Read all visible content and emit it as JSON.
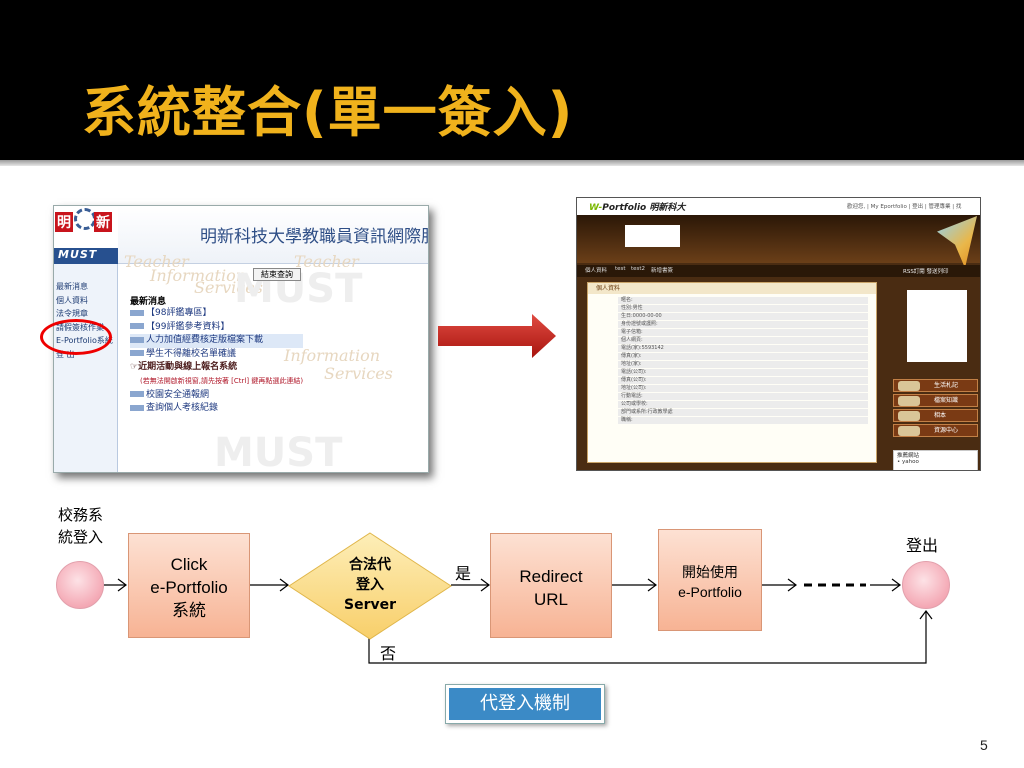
{
  "slide": {
    "title": "系統整合(單一簽入)",
    "page_number": "5",
    "accent_color": "#f0b21c"
  },
  "left_screenshot": {
    "logo_left": "明",
    "logo_right": "新",
    "logo_must": "MUST",
    "header_title": "明新科技大學教職員資訊網際服務",
    "watermark_words": [
      "Teacher",
      "Information",
      "Services",
      "Teacher",
      "Information",
      "Services"
    ],
    "end_query_button": "結束查詢",
    "sidebar_menu": [
      "最新消息",
      "個人資料",
      "法令規章",
      "請假簽核作業",
      "E-Portfolio系統",
      "登 出"
    ],
    "news_heading": "最新消息",
    "news_items": [
      "【98評鑑專區】",
      "【99評鑑參考資料】",
      "人力加值經費核定版檔案下載",
      "學生不得離校名單確議",
      "近期活動與線上報名系統",
      "(若無法開啟新視窗,請先按著 [Ctrl] 鍵再點選此連結)",
      "校園安全通報網",
      "查詢個人考核紀錄"
    ]
  },
  "right_screenshot": {
    "logo": "Portfolio 明新科大",
    "logo_prefix": "W-",
    "top_links": "歡迎您,  | My Eportfolio | 登出 | 管理專業 | 找",
    "tabs": [
      "個人資料",
      "test",
      "test2",
      "新增書簽"
    ],
    "rss_links": "RSS訂閱  發送列印",
    "panel_title": "個人資料",
    "fields": [
      "暱名:",
      "性別:男性",
      "生日:0000-00-00",
      "身份證號或護照:",
      "電子信箱:",
      "個人網頁:",
      "電話(家):5593142",
      "傳真(家):",
      "地址(家):",
      "電話(公司):",
      "傳真(公司):",
      "地址(公司):",
      "行動電話:",
      "公司或學校:",
      "部門或系所:行政教學處",
      "職稱:"
    ],
    "side_menu": [
      "生活札記",
      "檔案知識",
      "相本",
      "資源中心"
    ],
    "link_box_title": "推薦網站",
    "link_box_item": "• yahoo"
  },
  "flow": {
    "start_label_line1": "校務系",
    "start_label_line2": "統登入",
    "step1": [
      "Click",
      "e-Portfolio",
      "系統"
    ],
    "decision": [
      "合法代",
      "登入",
      "Server"
    ],
    "yes_label": "是",
    "no_label": "否",
    "step2": [
      "Redirect",
      "URL"
    ],
    "step3": [
      "開始使用",
      "e-Portfolio"
    ],
    "end_label": "登出",
    "mechanism_label": "代登入機制",
    "node_fill": "#f7b394",
    "decision_fill": "#fbd980",
    "terminal_fill": "#f4a9b5"
  }
}
